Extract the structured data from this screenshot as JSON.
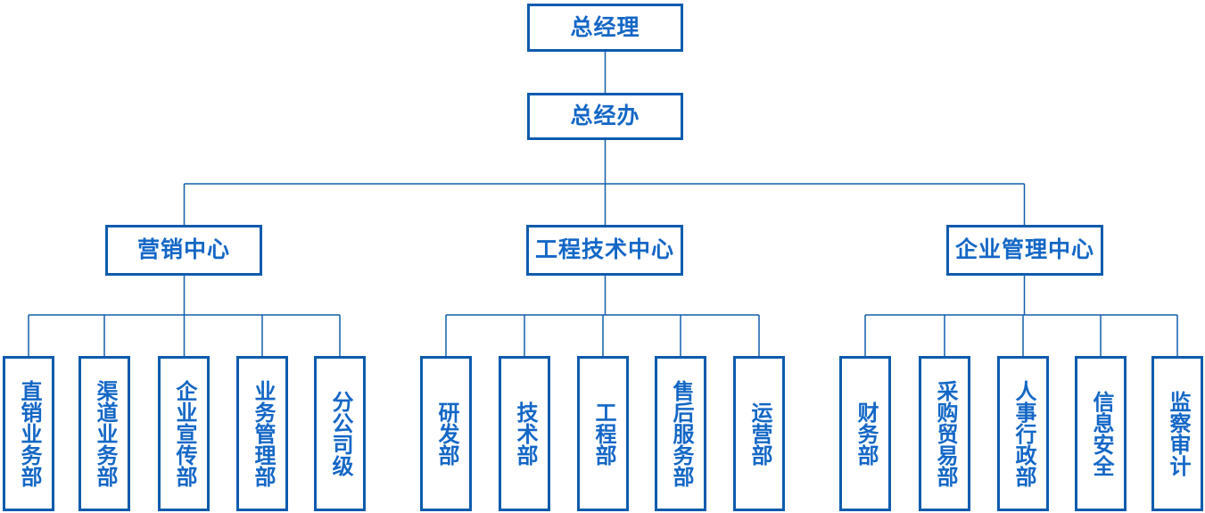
{
  "colors": {
    "box_border": "#0D5BAD",
    "box_text": "#1467C6",
    "connector": "#135FAC",
    "background": "#FFFFFF"
  },
  "org_chart": {
    "root": {
      "label": "总经理"
    },
    "office": {
      "label": "总经办"
    },
    "centers": [
      {
        "label": "营销中心",
        "departments": [
          "直销业务部",
          "渠道业务部",
          "企业宣传部",
          "业务管理部",
          "分公司级"
        ]
      },
      {
        "label": "工程技术中心",
        "departments": [
          "研发部",
          "技术部",
          "工程部",
          "售后服务部",
          "运营部"
        ]
      },
      {
        "label": "企业管理中心",
        "departments": [
          "财务部",
          "采购贸易部",
          "人事行政部",
          "信息安全",
          "监察审计"
        ]
      }
    ]
  }
}
